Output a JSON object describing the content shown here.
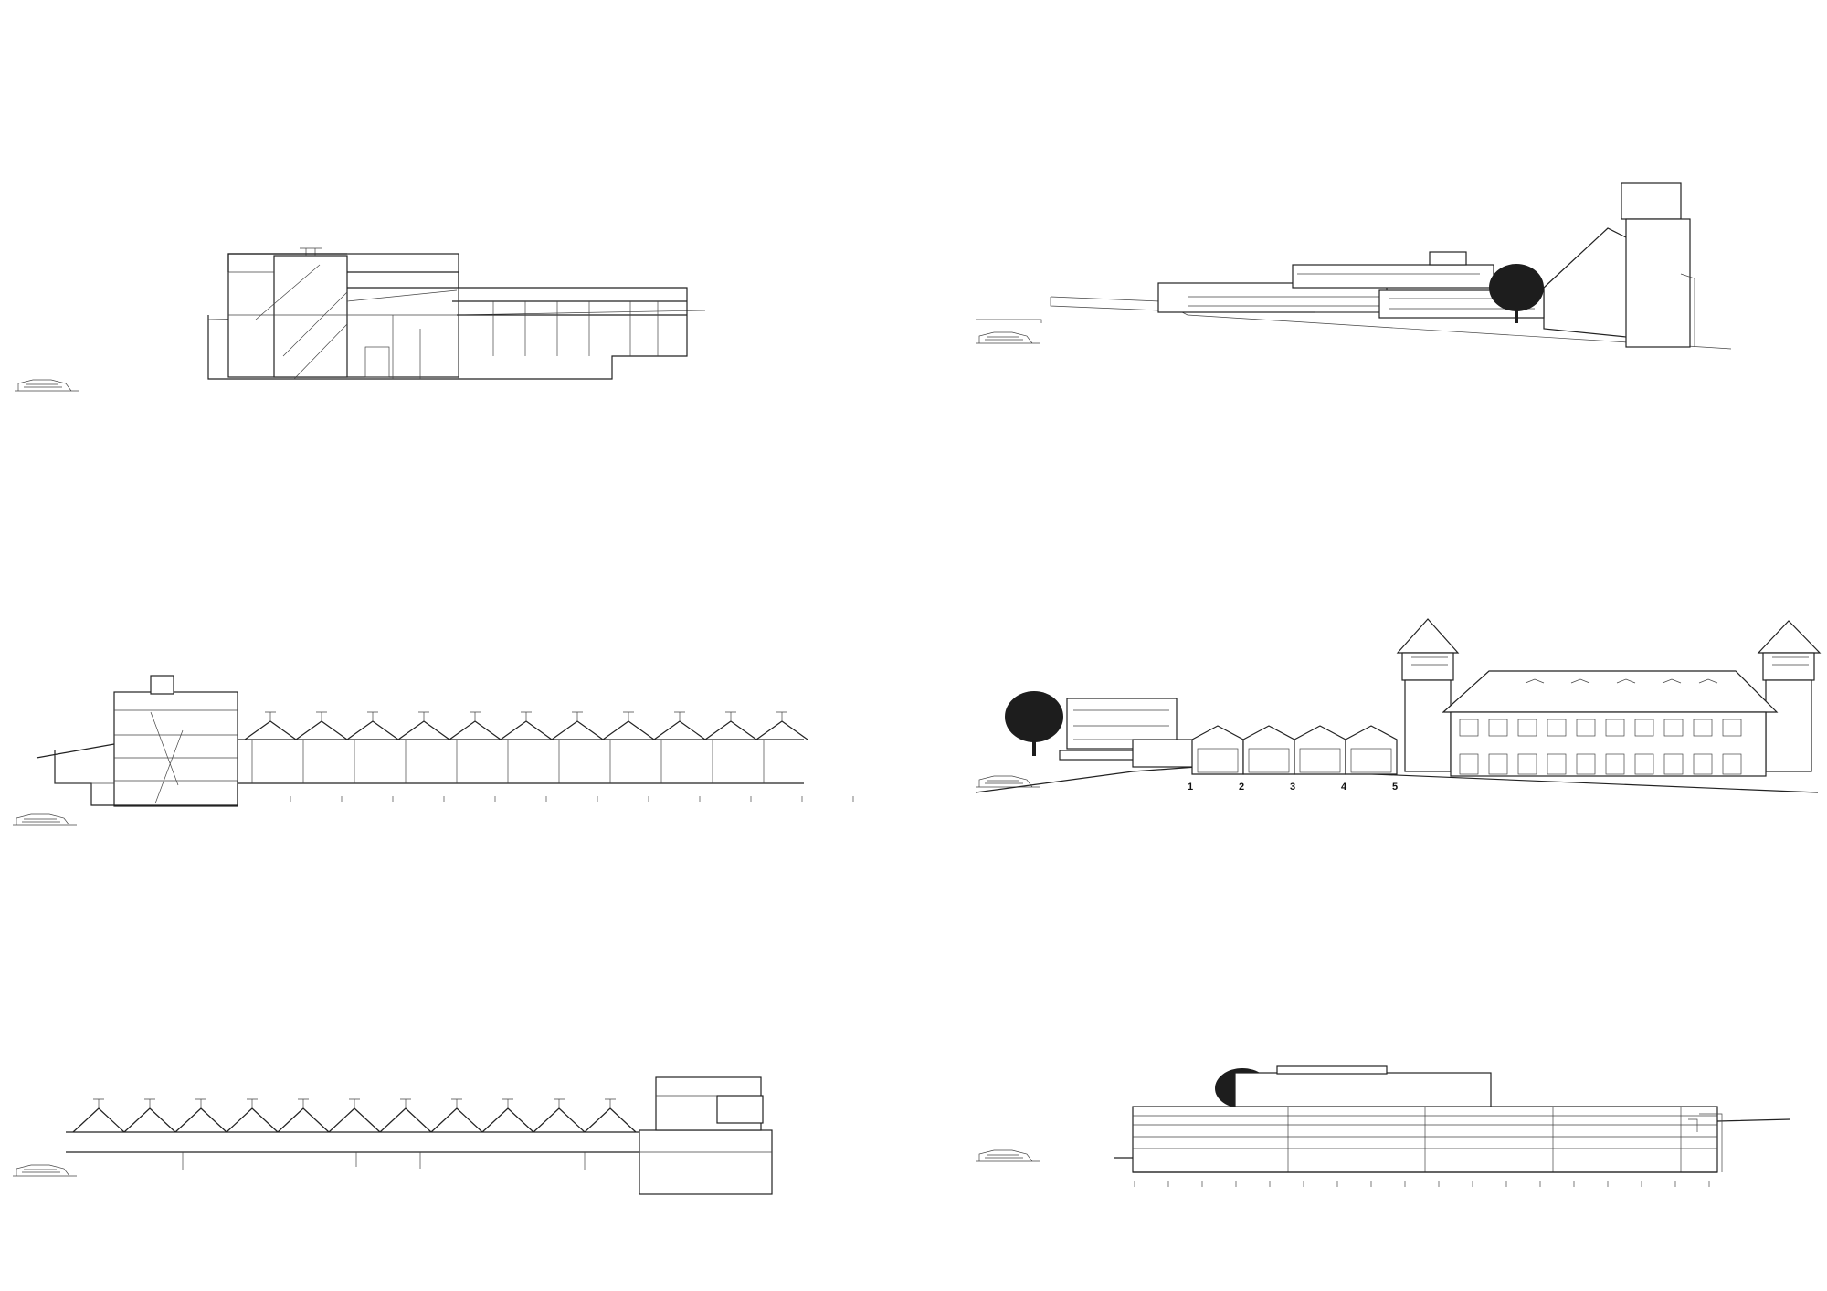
{
  "drawings": [
    {
      "id": "section-a",
      "kind": "section"
    },
    {
      "id": "elevation-a",
      "kind": "elevation"
    },
    {
      "id": "section-b",
      "kind": "section"
    },
    {
      "id": "elevation-b",
      "kind": "elevation",
      "bay_numbers": [
        "1",
        "2",
        "3",
        "4",
        "5"
      ]
    },
    {
      "id": "section-c",
      "kind": "section"
    },
    {
      "id": "section-d",
      "kind": "section"
    }
  ],
  "colors": {
    "line": "#222222",
    "background": "#ffffff",
    "tree": "#1d1d1d"
  }
}
